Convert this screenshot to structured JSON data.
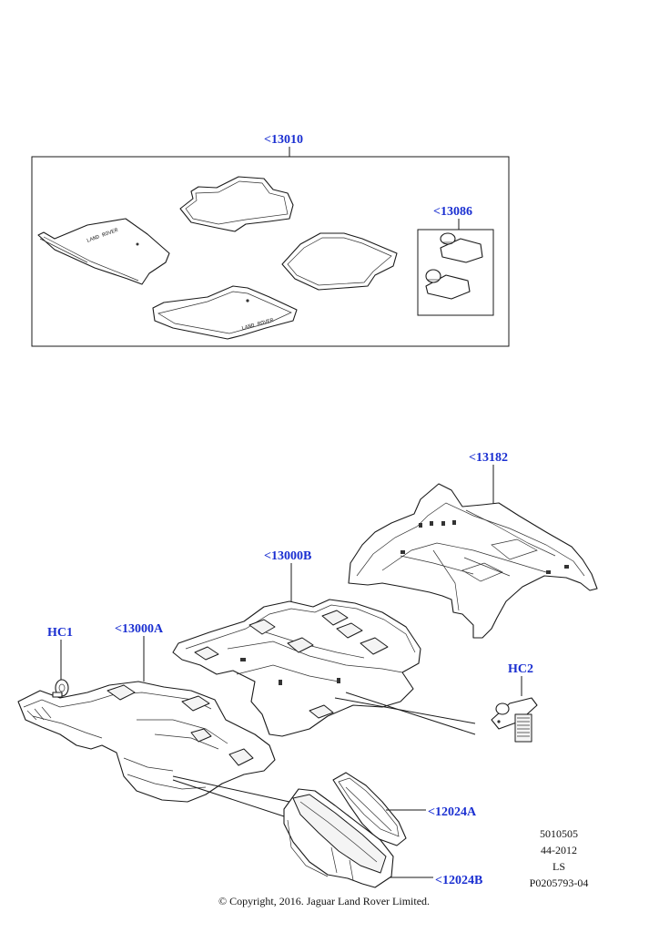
{
  "callouts": {
    "c13010": "<13010",
    "c13086": "<13086",
    "c13182": "<13182",
    "c13000B": "<13000B",
    "c13000A": "<13000A",
    "hc1": "HC1",
    "hc2": "HC2",
    "c12024A": "<12024A",
    "c12024B": "<12024B"
  },
  "meta": {
    "line1": "5010505",
    "line2": "44-2012",
    "line3": "LS",
    "line4": "P0205793-04"
  },
  "copyright": "© Copyright, 2016. Jaguar Land Rover Limited.",
  "colors": {
    "callout": "#1a2fd1",
    "line": "#1a1a1a"
  }
}
